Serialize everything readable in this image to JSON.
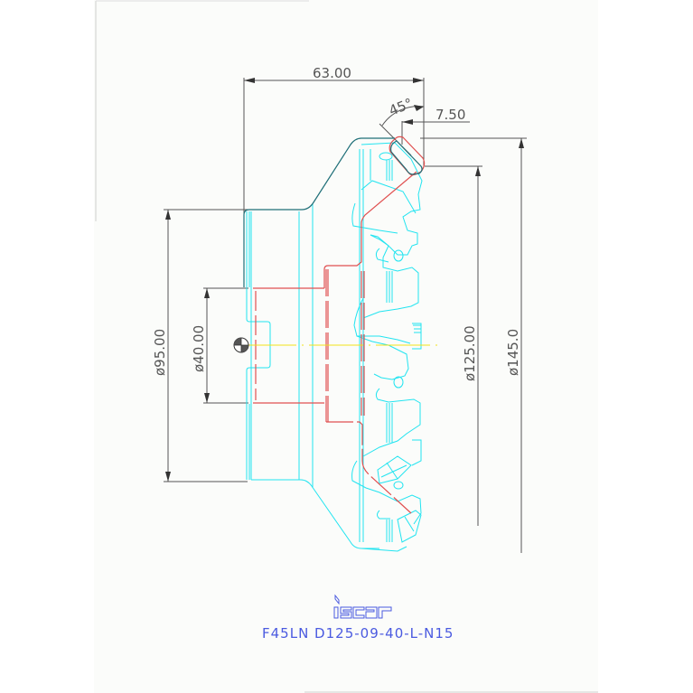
{
  "drawing": {
    "colors": {
      "background": "#ffffff",
      "sheet": "#fbfcfa",
      "sheet_border": "#cfcfcf",
      "outline": "#1f6f78",
      "body_lines": "#22e4f0",
      "hidden_lines": "#e05050",
      "center_line": "#f2e21a",
      "dimension": "#555555",
      "title": "#4a5ae0"
    },
    "dimensions": {
      "overall_length": "63.00",
      "chamfer_angle": "45°",
      "chamfer_length": "7.50",
      "body_diameter": "ø95.00",
      "bore_diameter": "ø40.00",
      "cutting_diameter": "ø125.00",
      "max_diameter": "ø145.0"
    },
    "title_block": {
      "logo": "iscar",
      "part_number": "F45LN D125-09-40-L-N15"
    },
    "symbols": {
      "center_mark": "center-of-gravity-icon"
    }
  }
}
